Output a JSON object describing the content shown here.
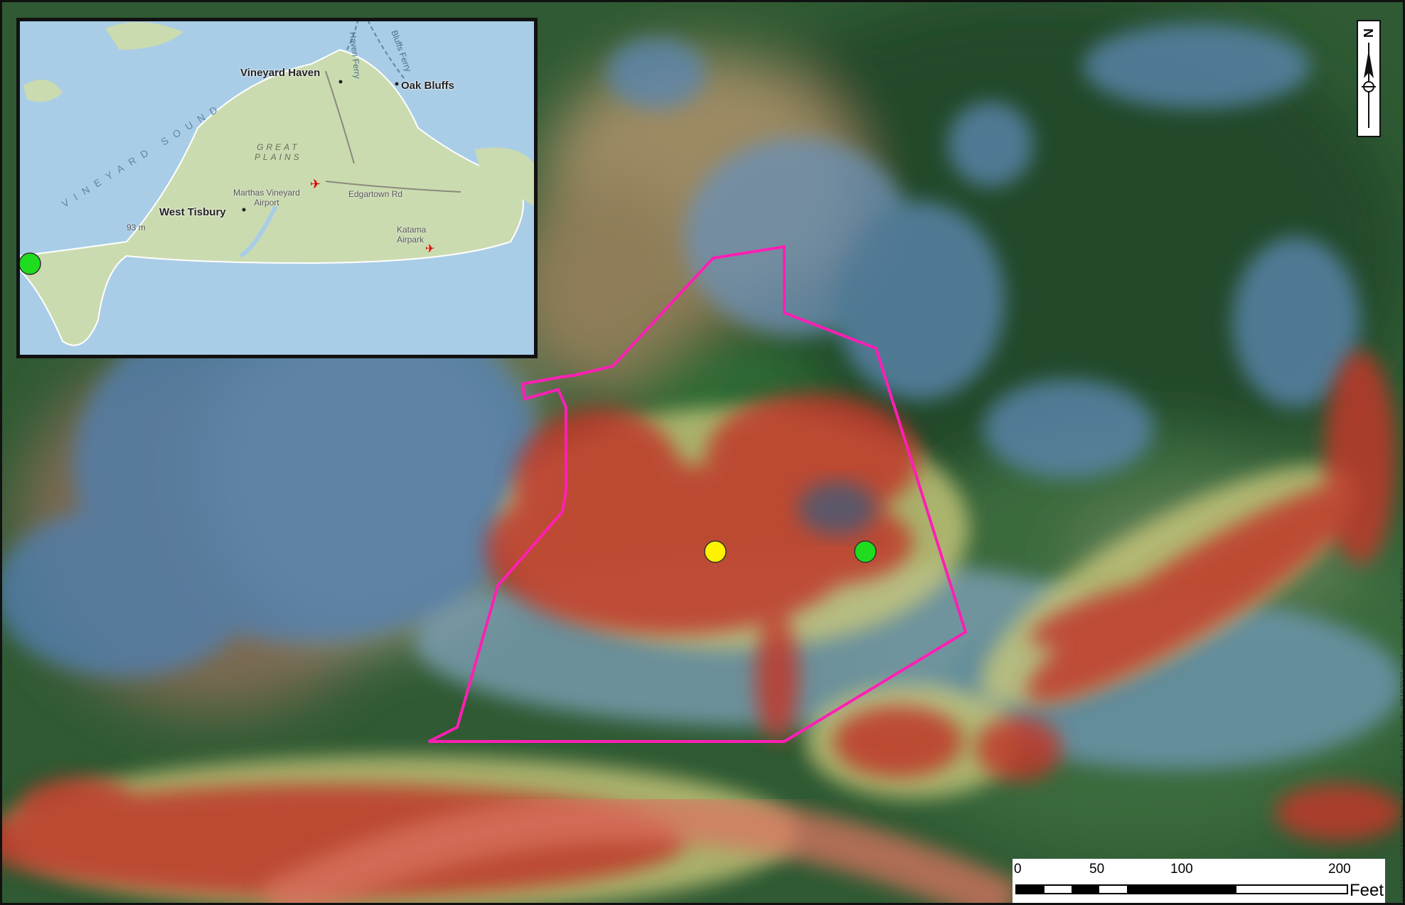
{
  "inset": {
    "places": [
      {
        "name": "Vineyard Haven"
      },
      {
        "name": "Oak Bluffs"
      },
      {
        "name": "West Tisbury"
      }
    ],
    "minor_labels": {
      "airport": "Marthas Vineyard\nAirport",
      "road": "Edgartown Rd",
      "katama": "Katama\nAirpark",
      "elevation": "93 m"
    },
    "region_label": "GREAT\nPLAINS",
    "water_label": "VINEYARD SOUND",
    "ferry_labels": [
      "Haven Ferry",
      "Bluffs Ferry"
    ]
  },
  "north_arrow": {
    "letter": "N"
  },
  "scale_bar": {
    "ticks": [
      "0",
      "50",
      "100",
      "200"
    ],
    "unit": "Feet"
  },
  "side_path": "\\arch\\figures\\05192020\\App_A2_Gayhead_VA_Nacelle_05192020.mxd - noam.rafiei - 5/19/2020",
  "markers": [
    {
      "id": "yellow-marker",
      "color": "#fff200"
    },
    {
      "id": "green-marker",
      "color": "#1fdc1f"
    },
    {
      "id": "inset-green-marker",
      "color": "#1fdc1f"
    }
  ],
  "colors": {
    "boundary": "#ff1fb4",
    "heat_high": "#c0392b",
    "heat_low": "#4f7fb0"
  }
}
